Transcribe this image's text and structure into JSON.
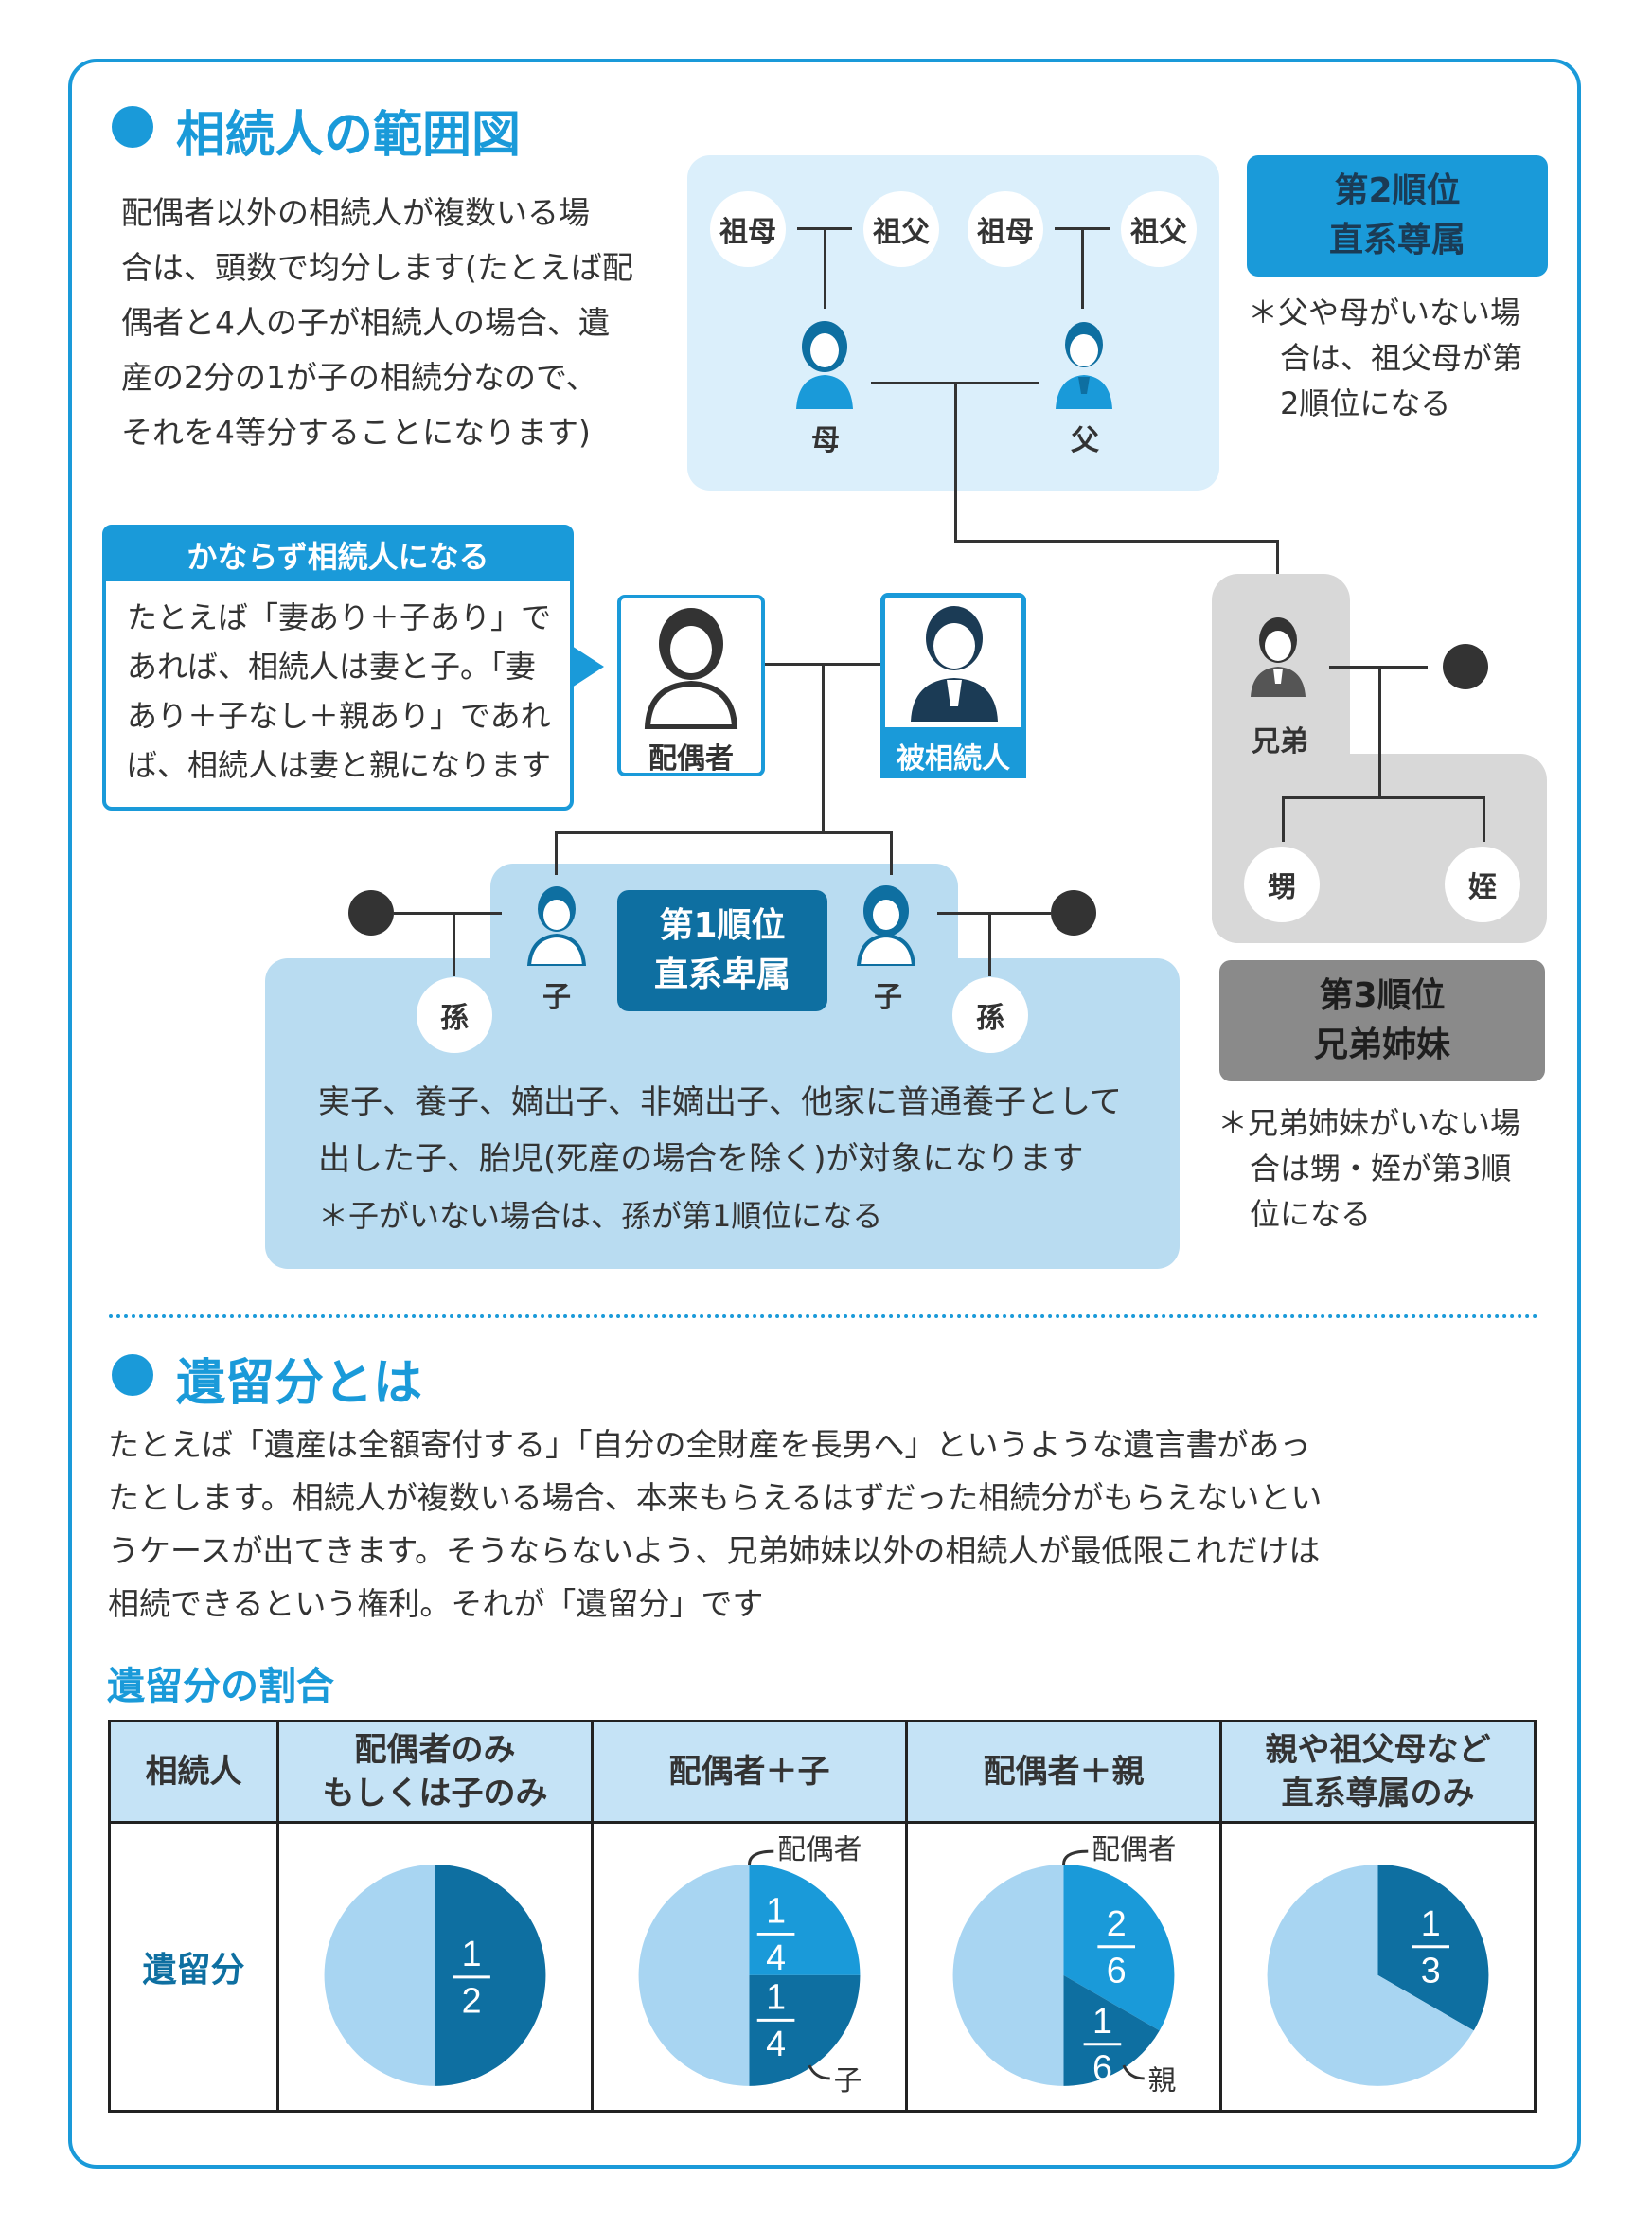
{
  "colors": {
    "accent": "#1a9ad9",
    "light_blue": "#dbeffb",
    "mid_blue": "#b9dcf1",
    "dark_blue": "#0e6fa1",
    "gray_region": "#d8d8d8",
    "gray_badge": "#8a8a8a",
    "pie_light": "#a8d5f2",
    "pie_mid": "#1a9ad9",
    "pie_dark": "#0e6fa1"
  },
  "section1": {
    "title": "相続人の範囲図",
    "body_lines": [
      "配偶者以外の相続人が複数いる場",
      "合は、頭数で均分します(たとえば配",
      "偶者と4人の子が相続人の場合、遺",
      "産の2分の1が子の相続分なので、",
      "それを4等分することになります)"
    ],
    "grandparents": [
      "祖母",
      "祖父",
      "祖母",
      "祖父"
    ],
    "mother": "母",
    "father": "父",
    "rank2": {
      "line1": "第2順位",
      "line2": "直系尊属"
    },
    "rank2_note": [
      "＊父や母がいない場",
      "合は、祖父母が第",
      "2順位になる"
    ],
    "callout": {
      "title": "かならず相続人になる",
      "lines": [
        "たとえば「妻あり＋子あり」で",
        "あれば、相続人は妻と子。「妻",
        "あり＋子なし＋親あり」であれ",
        "ば、相続人は妻と親になります"
      ]
    },
    "spouse": "配偶者",
    "deceased": "被相続人",
    "sibling": "兄弟",
    "nephew": "甥",
    "niece": "姪",
    "rank3": {
      "line1": "第3順位",
      "line2": "兄弟姉妹"
    },
    "rank3_note": [
      "＊兄弟姉妹がいない場",
      "合は甥・姪が第3順",
      "位になる"
    ],
    "child": "子",
    "grandchild": "孫",
    "rank1": {
      "line1": "第1順位",
      "line2": "直系卑属"
    },
    "rank1_lines": [
      "実子、養子、嫡出子、非嫡出子、他家に普通養子として",
      "出した子、胎児(死産の場合を除く)が対象になります"
    ],
    "rank1_note": "＊子がいない場合は、孫が第1順位になる"
  },
  "section2": {
    "title": "遺留分とは",
    "body_lines": [
      "たとえば「遺産は全額寄付する」「自分の全財産を長男へ」というような遺言書があっ",
      "たとします。相続人が複数いる場合、本来もらえるはずだった相続分がもらえないとい",
      "うケースが出てきます。そうならないよう、兄弟姉妹以外の相続人が最低限これだけは",
      "相続できるという権利。それが「遺留分」です"
    ],
    "table_title": "遺留分の割合"
  },
  "table": {
    "header_label": "相続人",
    "row_label": "遺留分",
    "columns": [
      {
        "line1": "配偶者のみ",
        "line2": "もしくは子のみ"
      },
      {
        "line1": "配偶者＋子",
        "line2": ""
      },
      {
        "line1": "配偶者＋親",
        "line2": ""
      },
      {
        "line1": "親や祖父母など",
        "line2": "直系尊属のみ"
      }
    ]
  },
  "chart_data": [
    {
      "type": "pie",
      "slices": [
        {
          "label": "",
          "value": 0.5,
          "fraction": "1/2",
          "num": "1",
          "den": "2",
          "color": "#0e6fa1"
        },
        {
          "label": "",
          "value": 0.5,
          "fraction": "",
          "color": "#a8d5f2"
        }
      ]
    },
    {
      "type": "pie",
      "slices": [
        {
          "label": "配偶者",
          "value": 0.25,
          "fraction": "1/4",
          "num": "1",
          "den": "4",
          "color": "#1a9ad9"
        },
        {
          "label": "子",
          "value": 0.25,
          "fraction": "1/4",
          "num": "1",
          "den": "4",
          "color": "#0e6fa1"
        },
        {
          "label": "",
          "value": 0.5,
          "fraction": "",
          "color": "#a8d5f2"
        }
      ]
    },
    {
      "type": "pie",
      "slices": [
        {
          "label": "配偶者",
          "value": 0.3333,
          "fraction": "2/6",
          "num": "2",
          "den": "6",
          "color": "#1a9ad9"
        },
        {
          "label": "親",
          "value": 0.1667,
          "fraction": "1/6",
          "num": "1",
          "den": "6",
          "color": "#0e6fa1"
        },
        {
          "label": "",
          "value": 0.5,
          "fraction": "",
          "color": "#a8d5f2"
        }
      ]
    },
    {
      "type": "pie",
      "slices": [
        {
          "label": "",
          "value": 0.3333,
          "fraction": "1/3",
          "num": "1",
          "den": "3",
          "color": "#0e6fa1"
        },
        {
          "label": "",
          "value": 0.6667,
          "fraction": "",
          "color": "#a8d5f2"
        }
      ]
    }
  ]
}
